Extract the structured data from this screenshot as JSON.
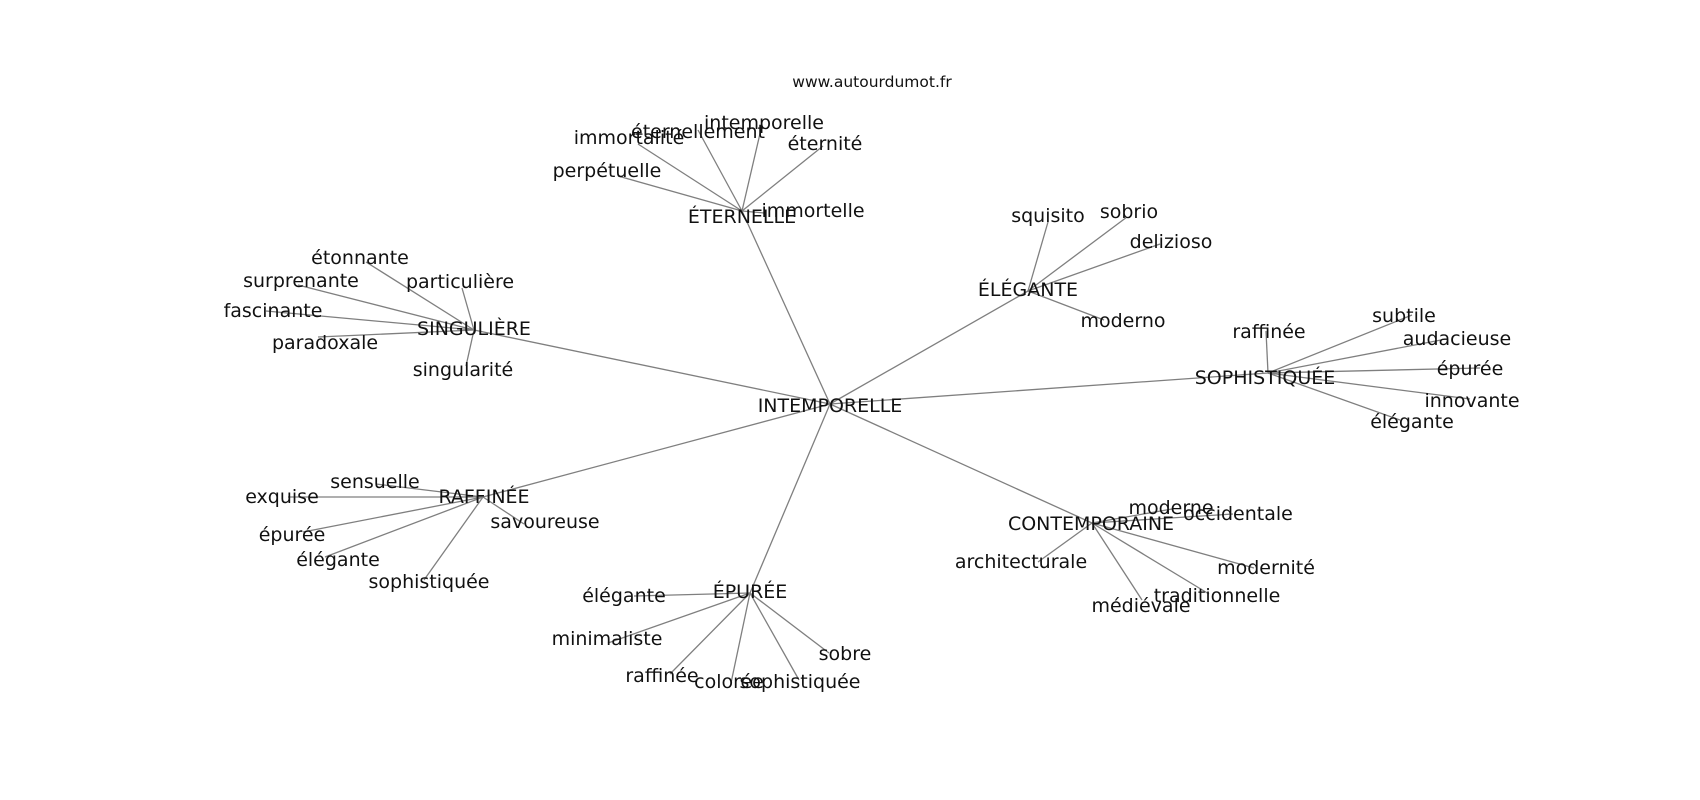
{
  "source": "www.autourdumot.fr",
  "root": "INTEMPORELLE",
  "groups": [
    {
      "label": "ÉTERNELLE",
      "words": [
        "immortalité",
        "éternellement",
        "intemporelle",
        "éternité",
        "perpétuelle",
        "immortelle"
      ]
    },
    {
      "label": "ÉLÉGANTE",
      "words": [
        "squisito",
        "sobrio",
        "delizioso",
        "moderno"
      ]
    },
    {
      "label": "SINGULIÈRE",
      "words": [
        "étonnante",
        "surprenante",
        "particulière",
        "fascinante",
        "paradoxale",
        "singularité"
      ]
    },
    {
      "label": "SOPHISTIQUÉE",
      "words": [
        "raffinée",
        "subtile",
        "audacieuse",
        "épurée",
        "innovante",
        "élégante"
      ]
    },
    {
      "label": "RAFFINÉE",
      "words": [
        "sensuelle",
        "exquise",
        "épurée",
        "élégante",
        "sophistiquée",
        "savoureuse"
      ]
    },
    {
      "label": "CONTEMPORAINE",
      "words": [
        "moderne",
        "occidentale",
        "architecturale",
        "modernité",
        "traditionnelle",
        "médiévale"
      ]
    },
    {
      "label": "ÉPURÉE",
      "words": [
        "élégante",
        "minimaliste",
        "sobre",
        "raffinée",
        "colorée",
        "sophistiquée"
      ]
    }
  ]
}
